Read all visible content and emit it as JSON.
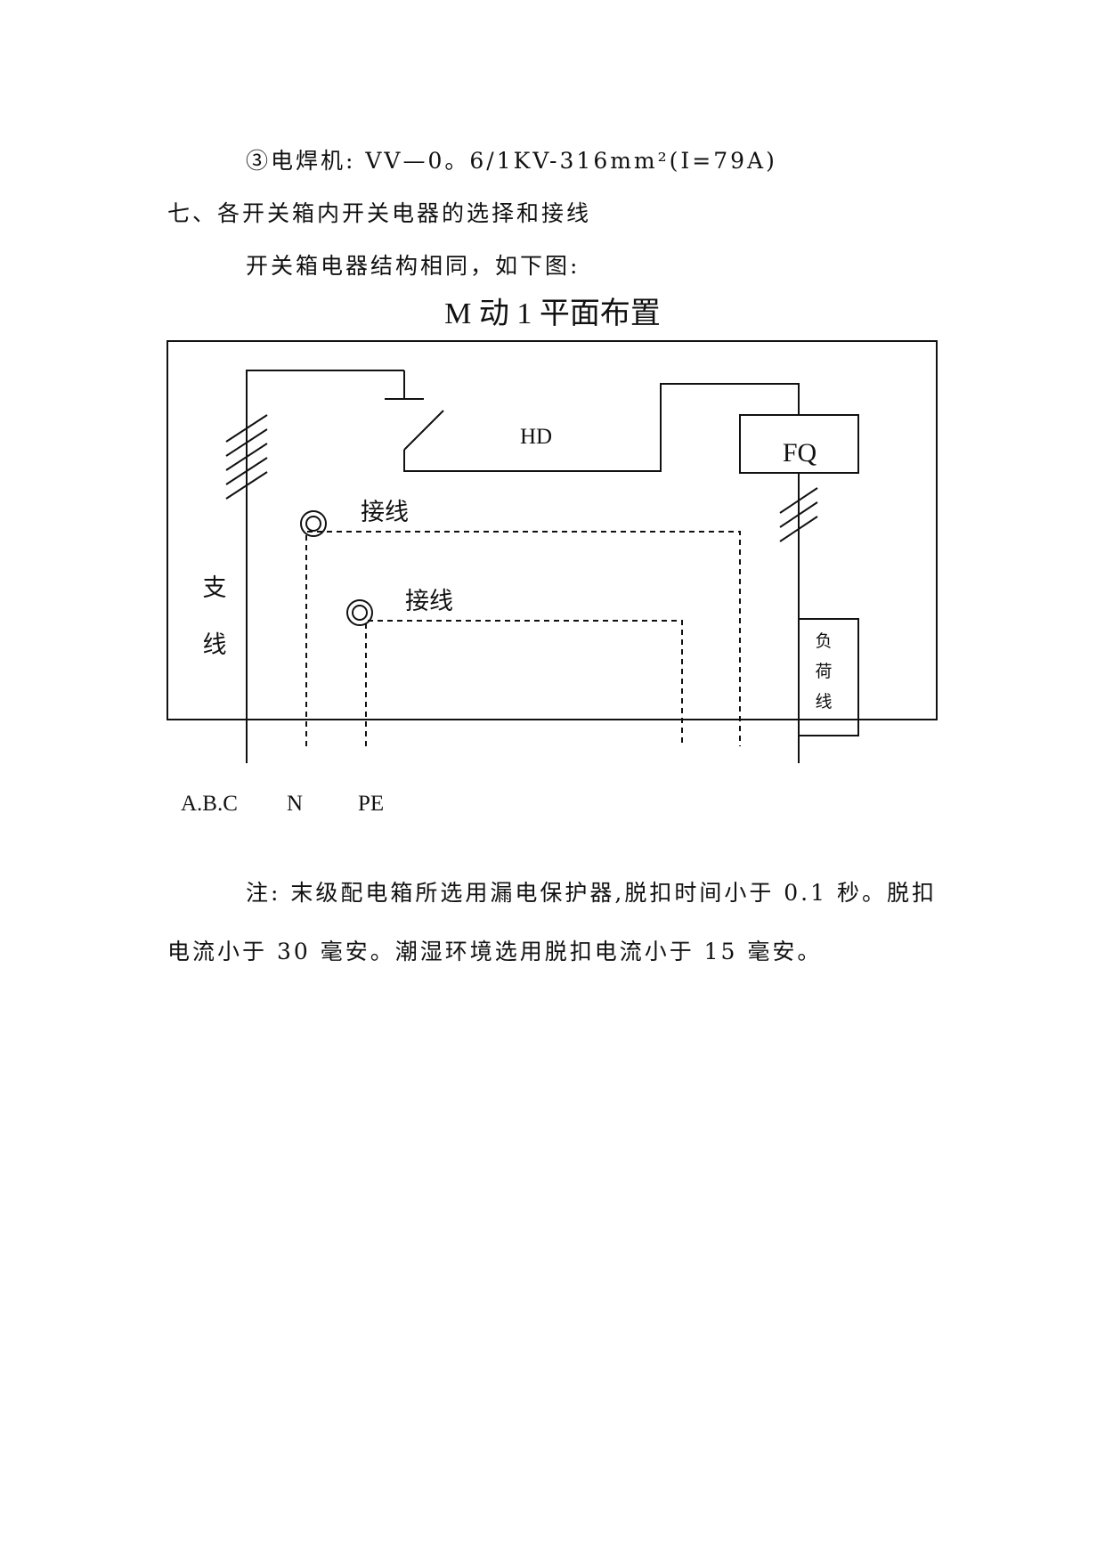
{
  "body": {
    "line1": "③电焊机: VV—0。6/1KV-316mm²(I=79A)",
    "line2": "七、各开关箱内开关电器的选择和接线",
    "line3": "开关箱电器结构相同，如下图:"
  },
  "diagram": {
    "title": "M 动 1 平面布置",
    "hd_label": "HD",
    "fq_label": "FQ",
    "wiring_label_1": "接线",
    "wiring_label_2": "接线",
    "branch_char_1": "支",
    "branch_char_2": "线",
    "load_char_1": "负",
    "load_char_2": "荷",
    "load_char_3": "线",
    "terminal_abc": "A.B.C",
    "terminal_n": "N",
    "terminal_pe": "PE"
  },
  "note": {
    "line1": "注: 末级配电箱所选用漏电保护器,脱扣时间小于 0.1 秒。脱扣",
    "line2": "电流小于 30  毫安。潮湿环境选用脱扣电流小于 15 毫安。"
  }
}
